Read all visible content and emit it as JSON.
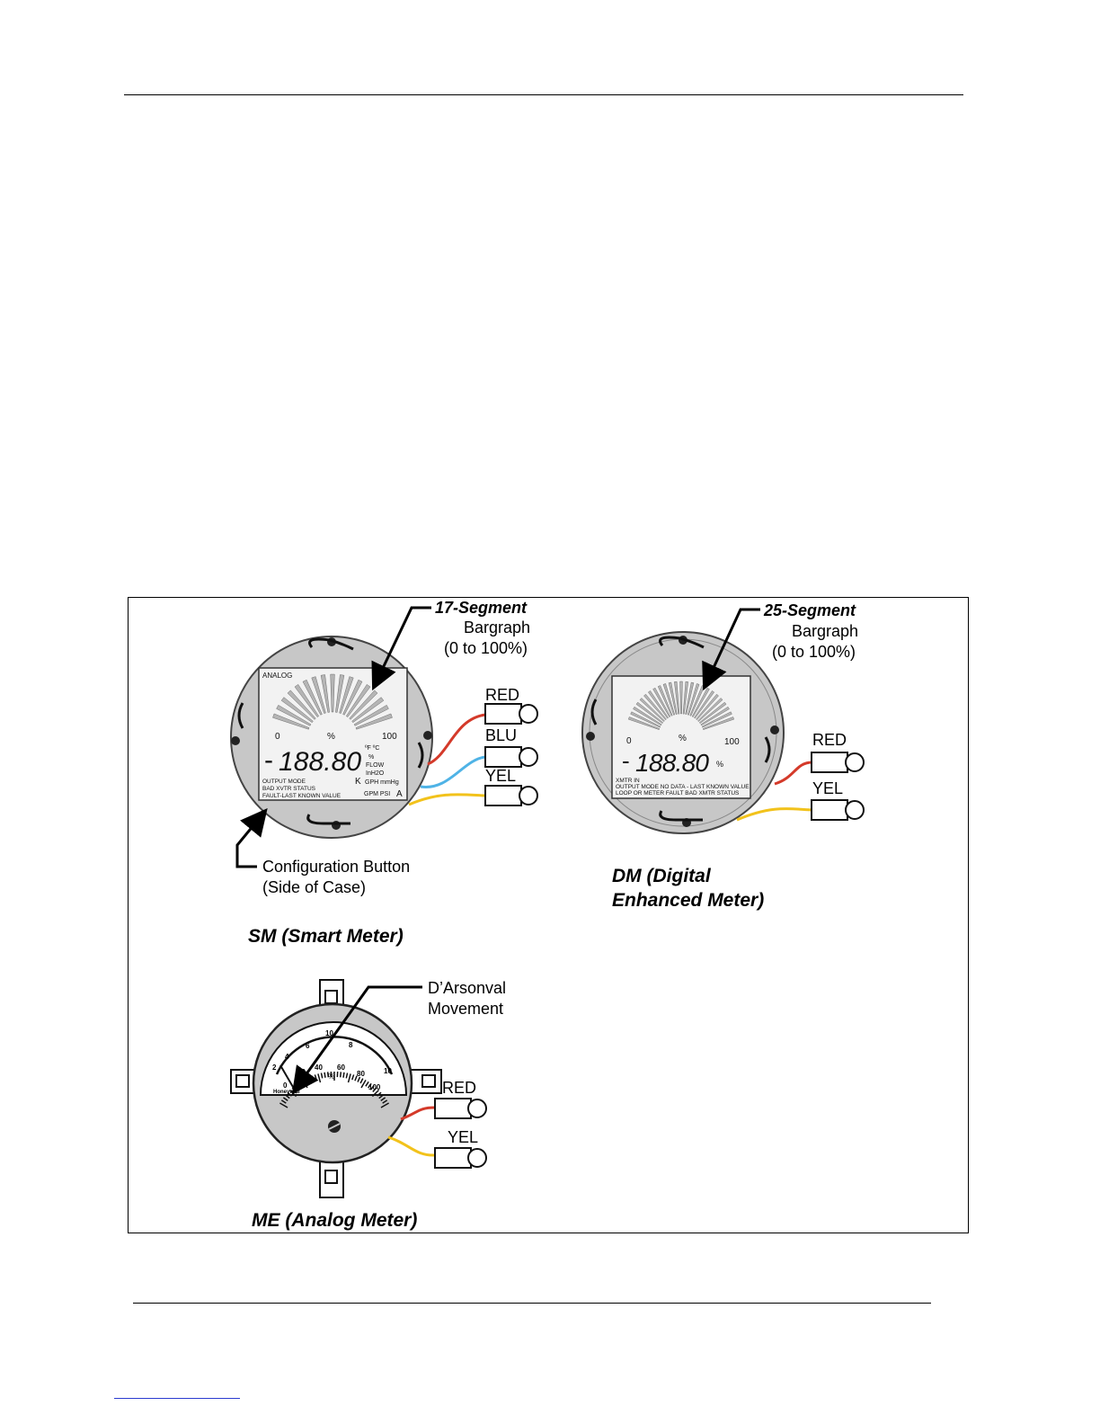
{
  "sm": {
    "callout_title": "17-Segment",
    "callout_line2": "Bargraph",
    "callout_line3": "(0 to 100%)",
    "lcd_analog": "ANALOG",
    "lcd_zero": "0",
    "lcd_pct": "%",
    "lcd_hundred": "100",
    "lcd_minus": "-",
    "lcd_digits": "188.80",
    "lcd_units1": "ºF ºC",
    "lcd_units2": "%",
    "lcd_units3": "FLOW",
    "lcd_units4": "InH2O",
    "lcd_k": "K",
    "lcd_units5": "GPH mmHg",
    "lcd_units6": "GPM PSI",
    "lcd_a": "A",
    "lcd_status1": "OUTPUT MODE",
    "lcd_status2": "BAD XVTR STATUS",
    "lcd_status3": "FAULT-LAST KNOWN VALUE",
    "wire_red": "RED",
    "wire_blu": "BLU",
    "wire_yel": "YEL",
    "config_line1": "Configuration Button",
    "config_line2": "(Side of Case)",
    "caption": "SM  (Smart Meter)"
  },
  "dm": {
    "callout_title": "25-Segment",
    "callout_line2": "Bargraph",
    "callout_line3": "(0 to 100%)",
    "lcd_zero": "0",
    "lcd_pct": "%",
    "lcd_hundred": "100",
    "lcd_minus": "-",
    "lcd_digits": "188.80",
    "lcd_unit": "%",
    "lcd_status1": "XMTR IN",
    "lcd_status2": "OUTPUT MODE NO DATA - LAST KNOWN VALUE",
    "lcd_status3": "LOOP OR METER FAULT        BAD XMTR STATUS",
    "wire_red": "RED",
    "wire_yel": "YEL",
    "caption_line1": "DM (Digital",
    "caption_line2": "Enhanced Meter)"
  },
  "me": {
    "callout_line1": "D’Arsonval",
    "callout_line2": "Movement",
    "scale_top": [
      "2",
      "4",
      "6",
      "10",
      "8",
      "10"
    ],
    "scale_bottom": [
      "0",
      "20",
      "40",
      "60",
      "80",
      "100"
    ],
    "scale_pct": "%",
    "brand": "Honeywell",
    "wire_red": "RED",
    "wire_yel": "YEL",
    "caption": "ME (Analog Meter)"
  },
  "colors": {
    "case": "#c7c7c7",
    "lcd_face": "#f2f2f2",
    "wire_red": "#d43a2a",
    "wire_blu": "#4fb3e6",
    "wire_yel": "#f2c21b"
  }
}
